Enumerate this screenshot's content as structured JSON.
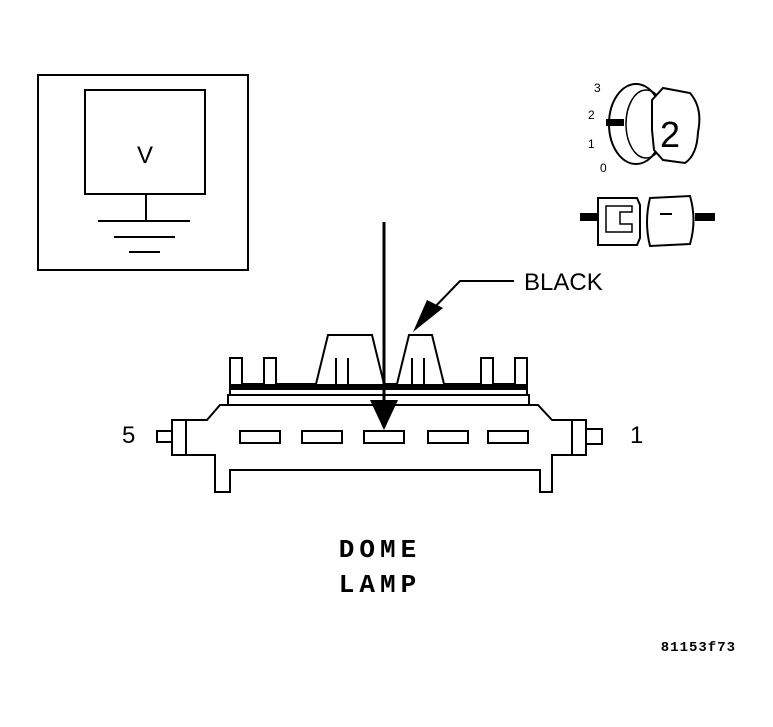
{
  "meter": {
    "symbol": "V"
  },
  "ignition_switch": {
    "positions": [
      "3",
      "2",
      "1",
      "0"
    ],
    "key_position": "2"
  },
  "wire_label": "BLACK",
  "connector": {
    "left_pin": "5",
    "right_pin": "1"
  },
  "title": {
    "line1": "DOME",
    "line2": "LAMP"
  },
  "figure_id": "81153f73",
  "colors": {
    "ink": "#000000",
    "background": "#ffffff"
  }
}
